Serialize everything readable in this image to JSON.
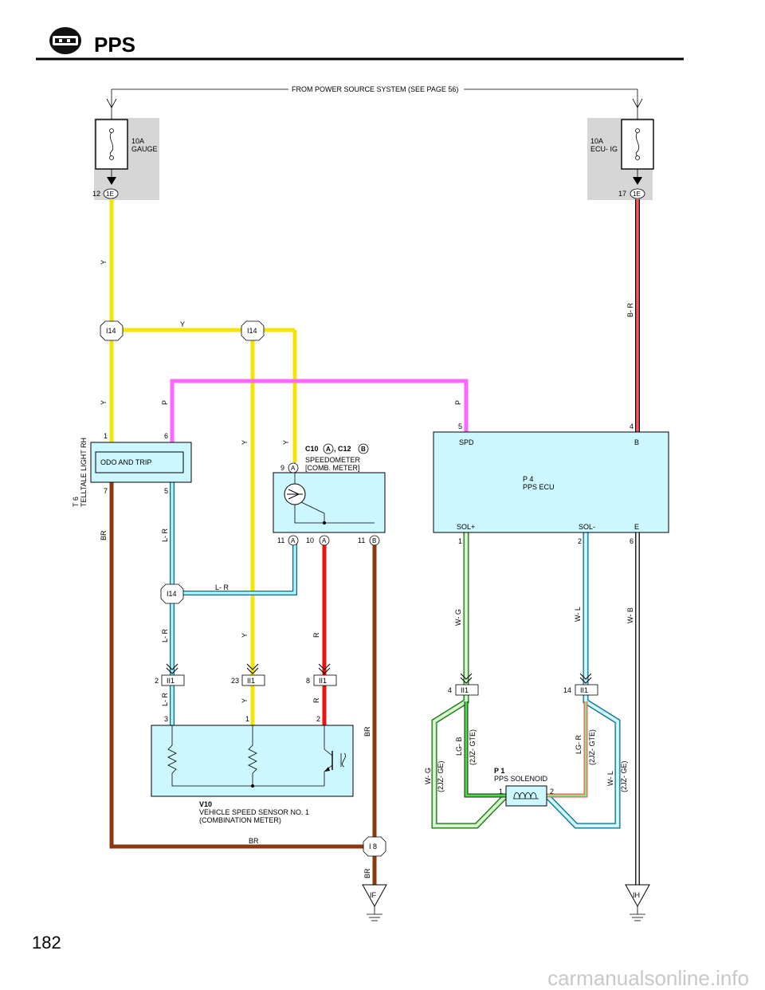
{
  "page": {
    "title": "PPS",
    "page_number": "182",
    "watermark": "carmanualsonline.info"
  },
  "power_source": "FROM POWER SOURCE SYSTEM (SEE PAGE 56)",
  "fuses": {
    "gauge": {
      "line1": "10A",
      "line2": "GAUGE",
      "pin": "12",
      "connector": "1E"
    },
    "ecu_ig": {
      "line1": "10A",
      "line2": "ECU- IG",
      "pin": "17",
      "connector": "1E"
    }
  },
  "junctions": {
    "i14": "I14",
    "i8": "I 8",
    "ii1": "II1",
    "a": "A",
    "b": "B"
  },
  "wire_colors": {
    "y": "Y",
    "p": "P",
    "br": "BR",
    "lr": "L- R",
    "r": "R",
    "br2": "B- R",
    "wg": "W- G",
    "wl": "W- L",
    "wb": "W- B",
    "lgb": "LG- B",
    "lgr": "LG- R"
  },
  "t6": {
    "code": "T 6",
    "name": "TELLTALE LIGHT RH",
    "inner": "ODO AND TRIP",
    "pins": {
      "p1": "1",
      "p6": "6",
      "p7": "7",
      "p5": "5"
    }
  },
  "speedometer": {
    "c10": "C10",
    "c12": ", C12",
    "name1": "SPEEDOMETER",
    "name2": "[COMB.  METER]",
    "pins": {
      "p9": "9",
      "p11a": "11",
      "p10": "10",
      "p11b": "11"
    }
  },
  "ecu": {
    "code": "P 4",
    "name": "PPS ECU",
    "terminals": {
      "spd": "SPD",
      "b": "B",
      "sol_plus": "SOL+",
      "sol_minus": "SOL-",
      "e": "E"
    },
    "pins": {
      "p5": "5",
      "p4": "4",
      "p1": "1",
      "p2": "2",
      "p6": "6"
    }
  },
  "connectors": {
    "c2": "2",
    "c23": "23",
    "c8": "8",
    "c4": "4",
    "c14": "14"
  },
  "sensor": {
    "code": "V10",
    "name1": "VEHICLE SPEED SENSOR NO. 1",
    "name2": "(COMBINATION METER)",
    "pins": {
      "p3": "3",
      "p1": "1",
      "p2": "2"
    }
  },
  "solenoid": {
    "code": "P 1",
    "name": "PPS SOLENOID",
    "pins": {
      "p1": "1",
      "p2": "2"
    },
    "variant_ge": "(2JZ- GE)",
    "variant_gte": "(2JZ- GTE)"
  },
  "grounds": {
    "if": "IF",
    "ih": "IH"
  }
}
